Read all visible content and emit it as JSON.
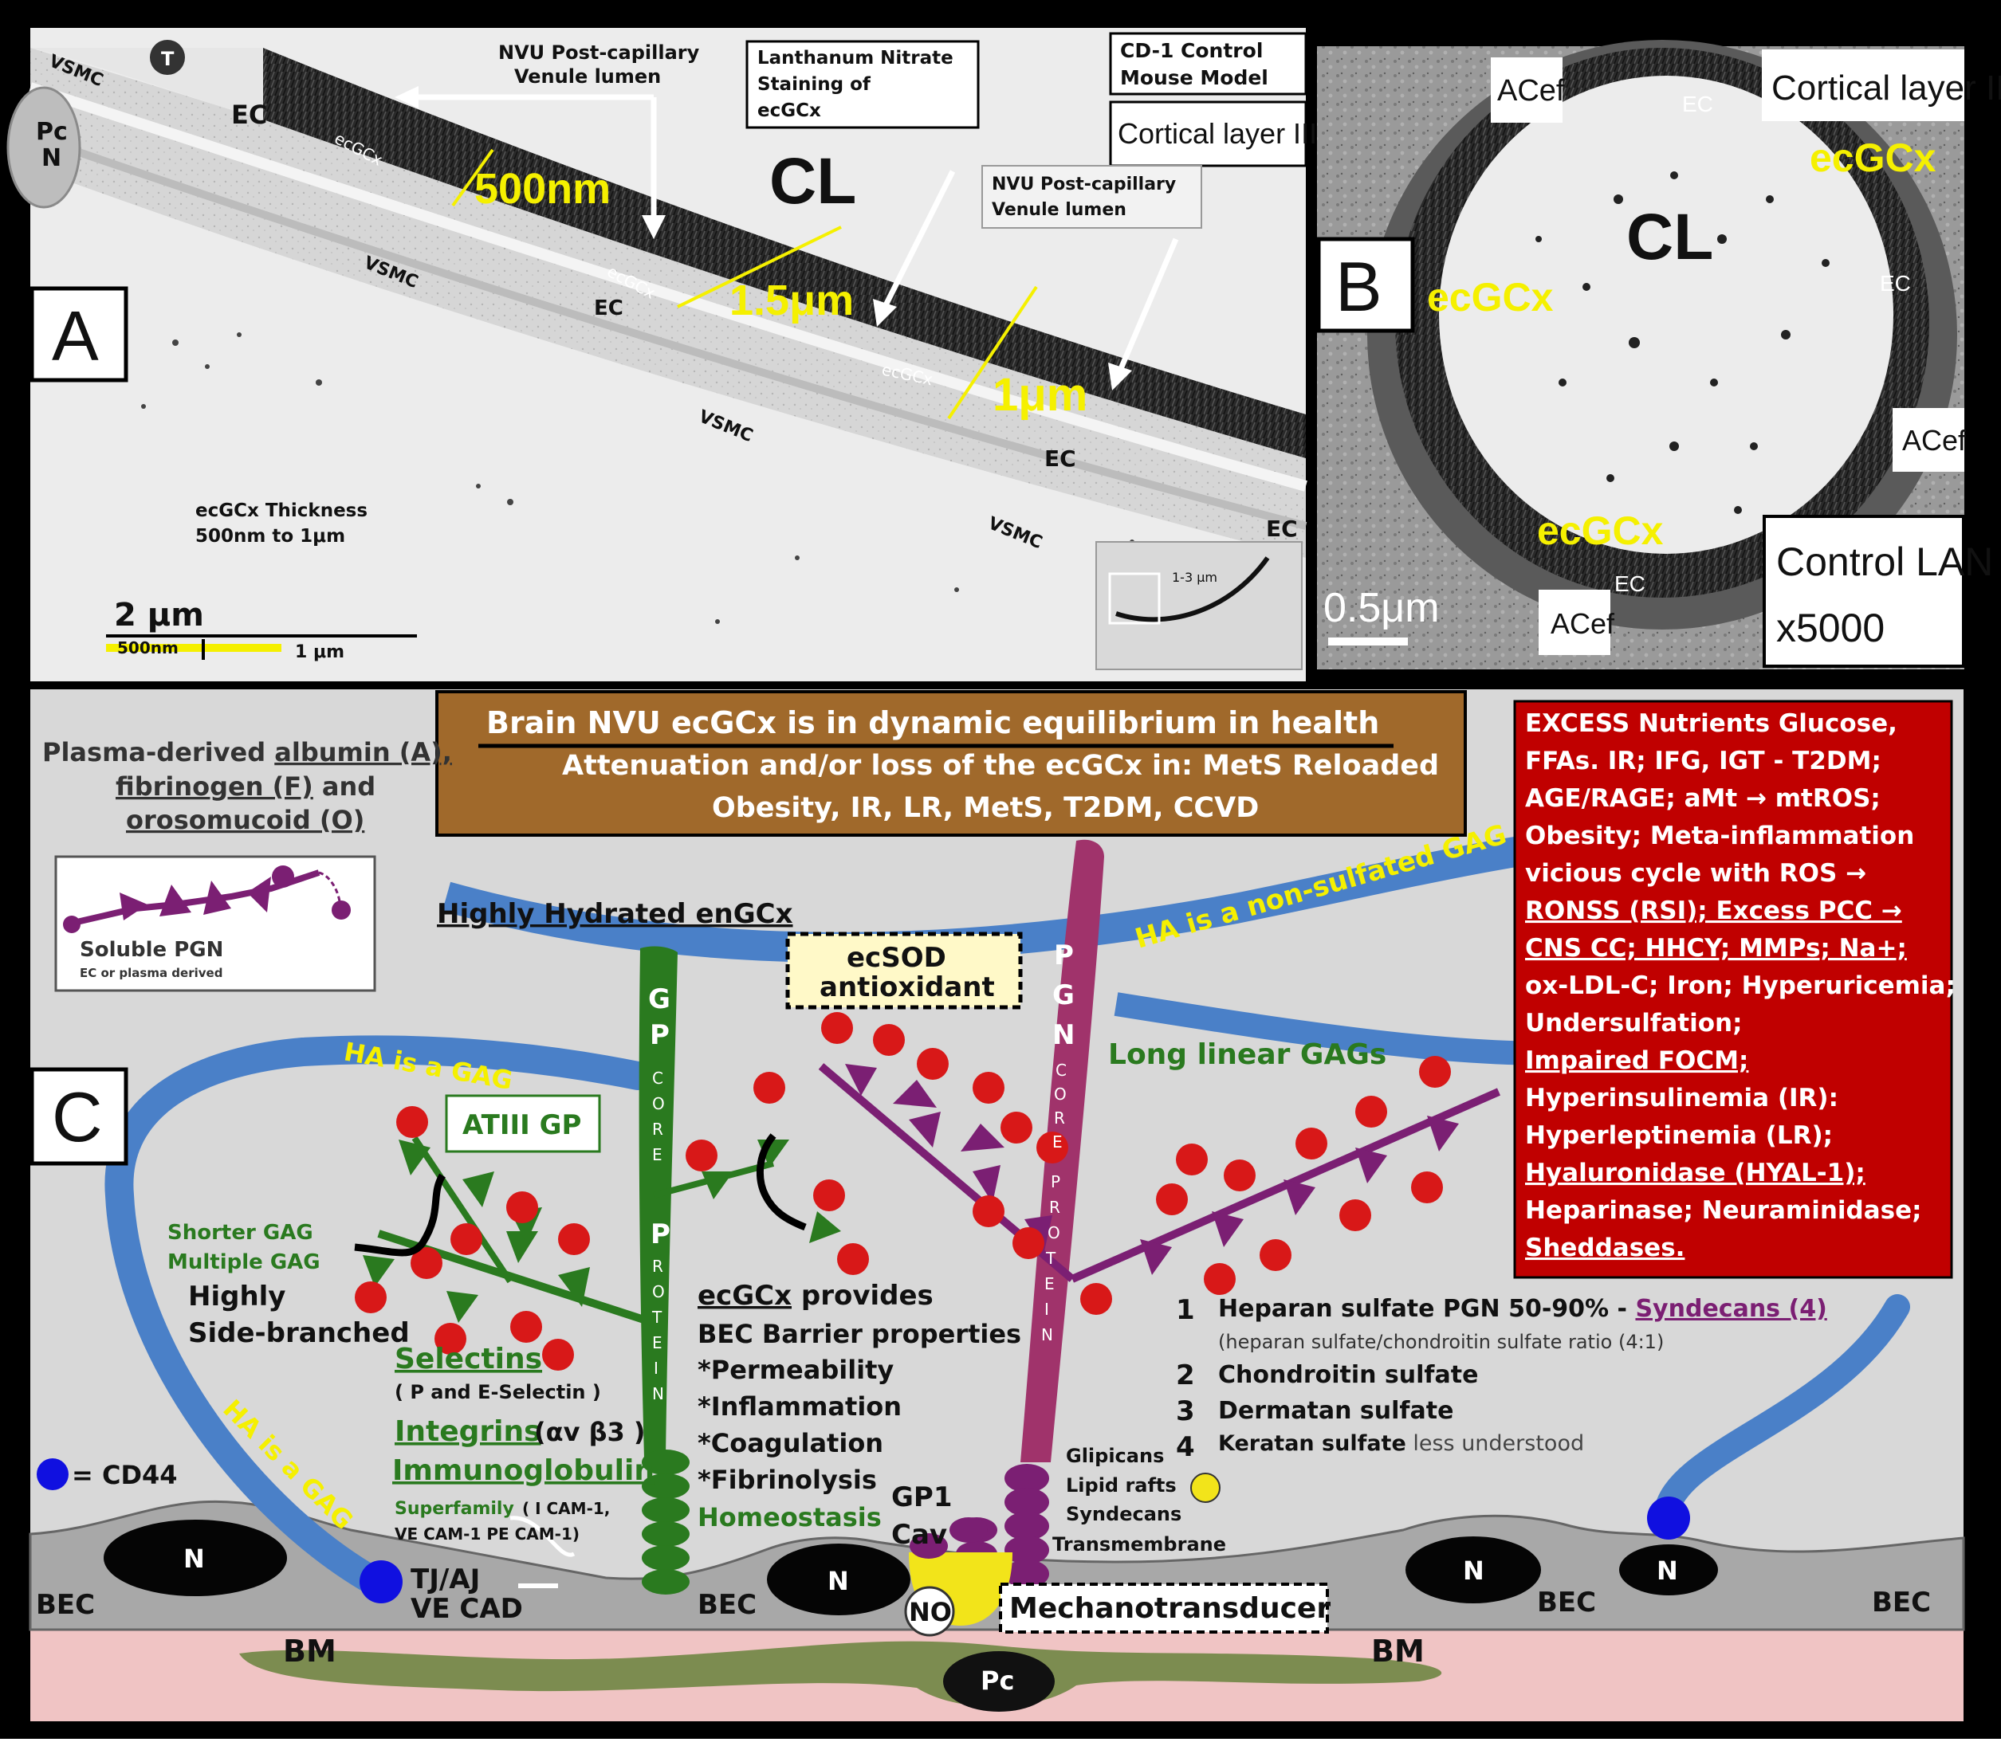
{
  "panelA": {
    "label": "A",
    "scalebar_main": "2   μm",
    "scalebar_sub1": "500nm",
    "scalebar_sub2": "1 μm",
    "box_lanthanum": [
      "Lanthanum Nitrate",
      "Staining of",
      "ecGCx"
    ],
    "box_cd1": [
      "CD-1 Control",
      "Mouse Model"
    ],
    "box_cortical": "Cortical layer III",
    "box_venule_right": [
      "NVU Post-capillary",
      "Venule lumen"
    ],
    "venule_top": [
      "NVU Post-capillary",
      "Venule lumen"
    ],
    "thickness": [
      "ecGCx Thickness",
      "500nm to 1μm"
    ],
    "measure_500": "500nm",
    "measure_15": "1.5μm",
    "measure_1": "1μm",
    "cl": "CL",
    "pcn": [
      "Pc",
      "N"
    ],
    "labels_vsmc": [
      "VSMC",
      "VSMC",
      "VSMC",
      "VSMC"
    ],
    "labels_ec": [
      "EC",
      "EC",
      "EC",
      "EC"
    ],
    "labels_ecgcx": [
      "ecGCx",
      "ecGCx",
      "ecGCx"
    ],
    "inset_text": "1-3 μm"
  },
  "panelB": {
    "label": "B",
    "cortical": "Cortical layer III",
    "acef": [
      "ACef",
      "ACef",
      "ACef"
    ],
    "ec": [
      "EC",
      "EC",
      "EC"
    ],
    "ecgcx": [
      "ecGCx",
      "ecGCx",
      "ecGCx"
    ],
    "cl": "CL",
    "scalebar": "0.5μm",
    "control": [
      "Control LAN",
      "x5000"
    ]
  },
  "panelC": {
    "label": "C",
    "header": {
      "line1": "Brain NVU ecGCx is in dynamic equilibrium in health",
      "line2": "Attenuation and/or loss of the ecGCx in: MetS Reloaded",
      "line3": "Obesity, IR, LR, MetS, T2DM, CCVD"
    },
    "plasma": {
      "line1_a": "Plasma-derived ",
      "line1_b": "albumin (A),",
      "line2": "fibrinogen (F)",
      "line2_b": " and",
      "line3": "orosomucoid (O)"
    },
    "soluble": [
      "Soluble PGN",
      "EC or plasma derived"
    ],
    "hydrated": "Highly Hydrated enGCx",
    "ecsod": [
      "ecSOD",
      "antioxidant"
    ],
    "ha_top": "HA is a non-sulfated GAG",
    "ha_left": "HA is a GAG",
    "ha_left2": "HA is a GAG",
    "long_gags": "Long linear GAGs",
    "atiii": "ATIII GP",
    "shorter": [
      "Shorter GAG",
      "Multiple GAG"
    ],
    "highly": [
      "Highly",
      "Side-branched"
    ],
    "gp_core": [
      "G",
      "P",
      "C",
      "O",
      "R",
      "E",
      "P",
      "R",
      "O",
      "T",
      "E",
      "I",
      "N"
    ],
    "pgn_core": [
      "P",
      "G",
      "N",
      "C",
      "O",
      "R",
      "E",
      "P",
      "R",
      "O",
      "T",
      "E",
      "I",
      "N"
    ],
    "selectins": "Selectins",
    "selectins_sub": "( P and E-Selectin )",
    "integrins": "Integrins",
    "integrins_sub": "(αv β3 )",
    "immuno": "Immunoglobulin",
    "superfamily": "Superfamily",
    "superfamily_sub1": "( I CAM-1,",
    "superfamily_sub2": "VE CAM-1 PE CAM-1)",
    "cd44": "= CD44",
    "provides_a": "ecGCx",
    "provides_b": " provides",
    "provides_list": [
      "BEC Barrier properties",
      "*Permeability",
      "*Inflammation",
      "*Coagulation",
      "*Fibrinolysis"
    ],
    "homeostasis": "Homeostasis",
    "gp1": "GP1",
    "cav": "Cav",
    "tjaj": [
      "TJ/AJ",
      "VE CAD"
    ],
    "no": "NO",
    "mechano": "Mechanotransducer",
    "glipicans": [
      "Glipicans",
      "Lipid rafts",
      "Syndecans",
      "Transmembrane"
    ],
    "sulfates": {
      "n1": "1",
      "s1a": "Heparan sulfate  PGN 50-90% - ",
      "s1b": "Syndecans (4)",
      "s1c": "(heparan sulfate/chondroitin sulfate ratio (4:1)",
      "n2": "2",
      "s2": "Chondroitin sulfate",
      "n3": "3",
      "s3": "Dermatan sulfate",
      "n4": "4",
      "s4a": "Keratan sulfate",
      "s4b": " less understood"
    },
    "bec": [
      "BEC",
      "BEC",
      "BEC",
      "BEC"
    ],
    "n_labels": [
      "N",
      "N",
      "N",
      "N"
    ],
    "bm": [
      "BM",
      "BM"
    ],
    "pc": "Pc",
    "red_box": [
      "EXCESS Nutrients Glucose,",
      "FFAs.  IR; IFG, IGT - T2DM;",
      "AGE/RAGE; aMt → mtROS;",
      "Obesity; Meta-inflammation",
      "vicious cycle with ROS →",
      "RONSS (RSI); Excess PCC →",
      "CNS CC; HHCY; MMPs; Na+;",
      "ox-LDL-C; Iron; Hyperuricemia;",
      "Undersulfation;",
      "Impaired FOCM;",
      "Hyperinsulinemia  (IR):",
      "Hyperleptinemia (LR);",
      "Hyaluronidase (HYAL-1);",
      "Heparinase; Neuraminidase;",
      "Sheddases."
    ]
  },
  "colors": {
    "red_box": "#c00000",
    "brown_header": "#a0692b",
    "ha_blue": "#4a80c8",
    "gp_green": "#2a7a1f",
    "pgn_purple": "#7b1f73",
    "gag_red": "#d81818",
    "bm_pink": "#f0c4c4",
    "pc_olive": "#7c8c50",
    "bec_gray": "#a8a8a8",
    "cd44_blue": "#1010e0",
    "label_yellow": "#f5f000"
  }
}
